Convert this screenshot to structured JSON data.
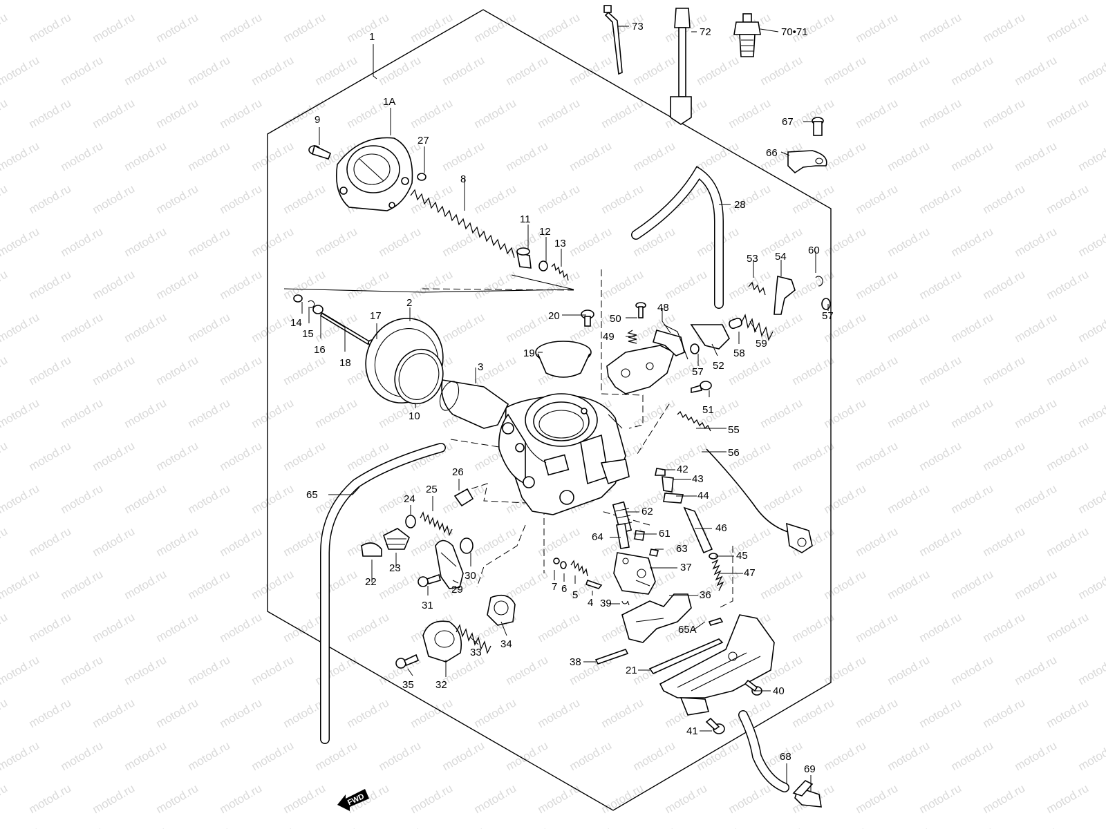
{
  "watermark": "motod.ru",
  "fwd_label": "FWD",
  "labels": {
    "p1": "1",
    "p1A": "1A",
    "p2": "2",
    "p3": "3",
    "p4": "4",
    "p5": "5",
    "p6": "6",
    "p7": "7",
    "p8": "8",
    "p9": "9",
    "p10": "10",
    "p11": "11",
    "p12": "12",
    "p13": "13",
    "p14": "14",
    "p15": "15",
    "p16": "16",
    "p17": "17",
    "p18": "18",
    "p19": "19",
    "p20": "20",
    "p21": "21",
    "p22": "22",
    "p23": "23",
    "p24": "24",
    "p25": "25",
    "p26": "26",
    "p27": "27",
    "p28": "28",
    "p29": "29",
    "p30": "30",
    "p31": "31",
    "p32": "32",
    "p33": "33",
    "p34": "34",
    "p35": "35",
    "p36": "36",
    "p37": "37",
    "p38": "38",
    "p39": "39",
    "p40": "40",
    "p41": "41",
    "p42": "42",
    "p43": "43",
    "p44": "44",
    "p45": "45",
    "p46": "46",
    "p47": "47",
    "p48": "48",
    "p49": "49",
    "p50": "50",
    "p51": "51",
    "p52": "52",
    "p53": "53",
    "p54": "54",
    "p55": "55",
    "p56": "56",
    "p57a": "57",
    "p57b": "57",
    "p58": "58",
    "p59": "59",
    "p60": "60",
    "p61": "61",
    "p62": "62",
    "p63": "63",
    "p64": "64",
    "p65": "65",
    "p65A": "65A",
    "p66": "66",
    "p67": "67",
    "p68": "68",
    "p69": "69",
    "p70_71": "70•71",
    "p72": "72",
    "p73": "73"
  }
}
